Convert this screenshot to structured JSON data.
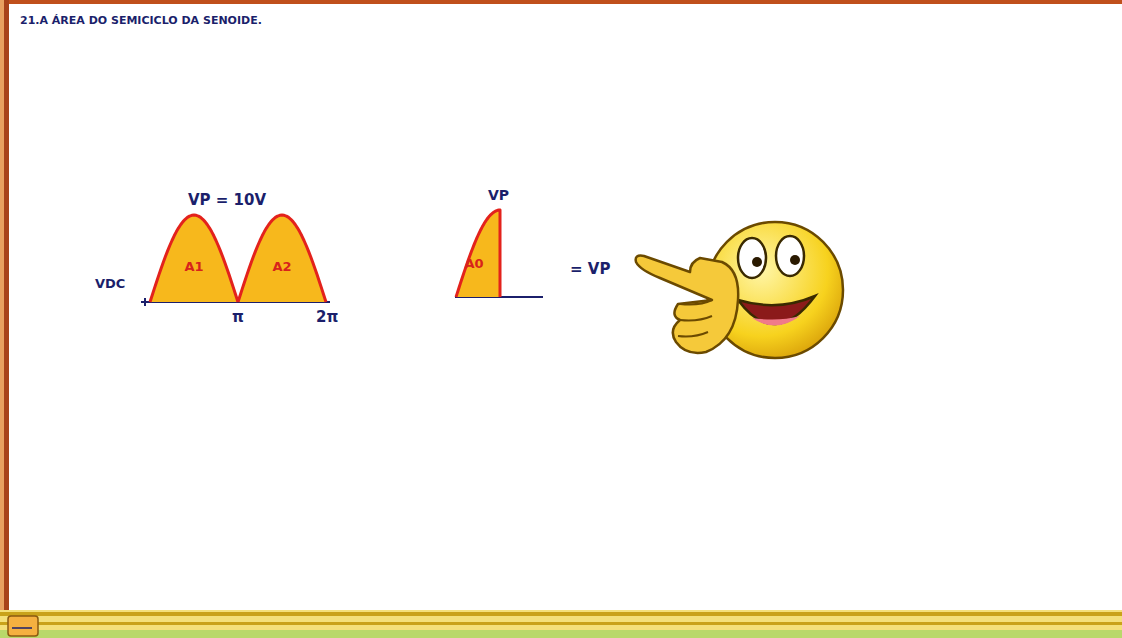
{
  "diagram": {
    "title": "21.A ÁREA DO SEMICICLO DA SENOIDE.",
    "nodes": [
      {
        "text": [
          "A1"
        ]
      },
      {
        "text": [
          "A2"
        ]
      },
      {
        "text": [
          "A0"
        ]
      }
    ],
    "labels": [
      "VP = 10V",
      "VDC",
      "π",
      "2π",
      "VP",
      "= VP"
    ]
  }
}
